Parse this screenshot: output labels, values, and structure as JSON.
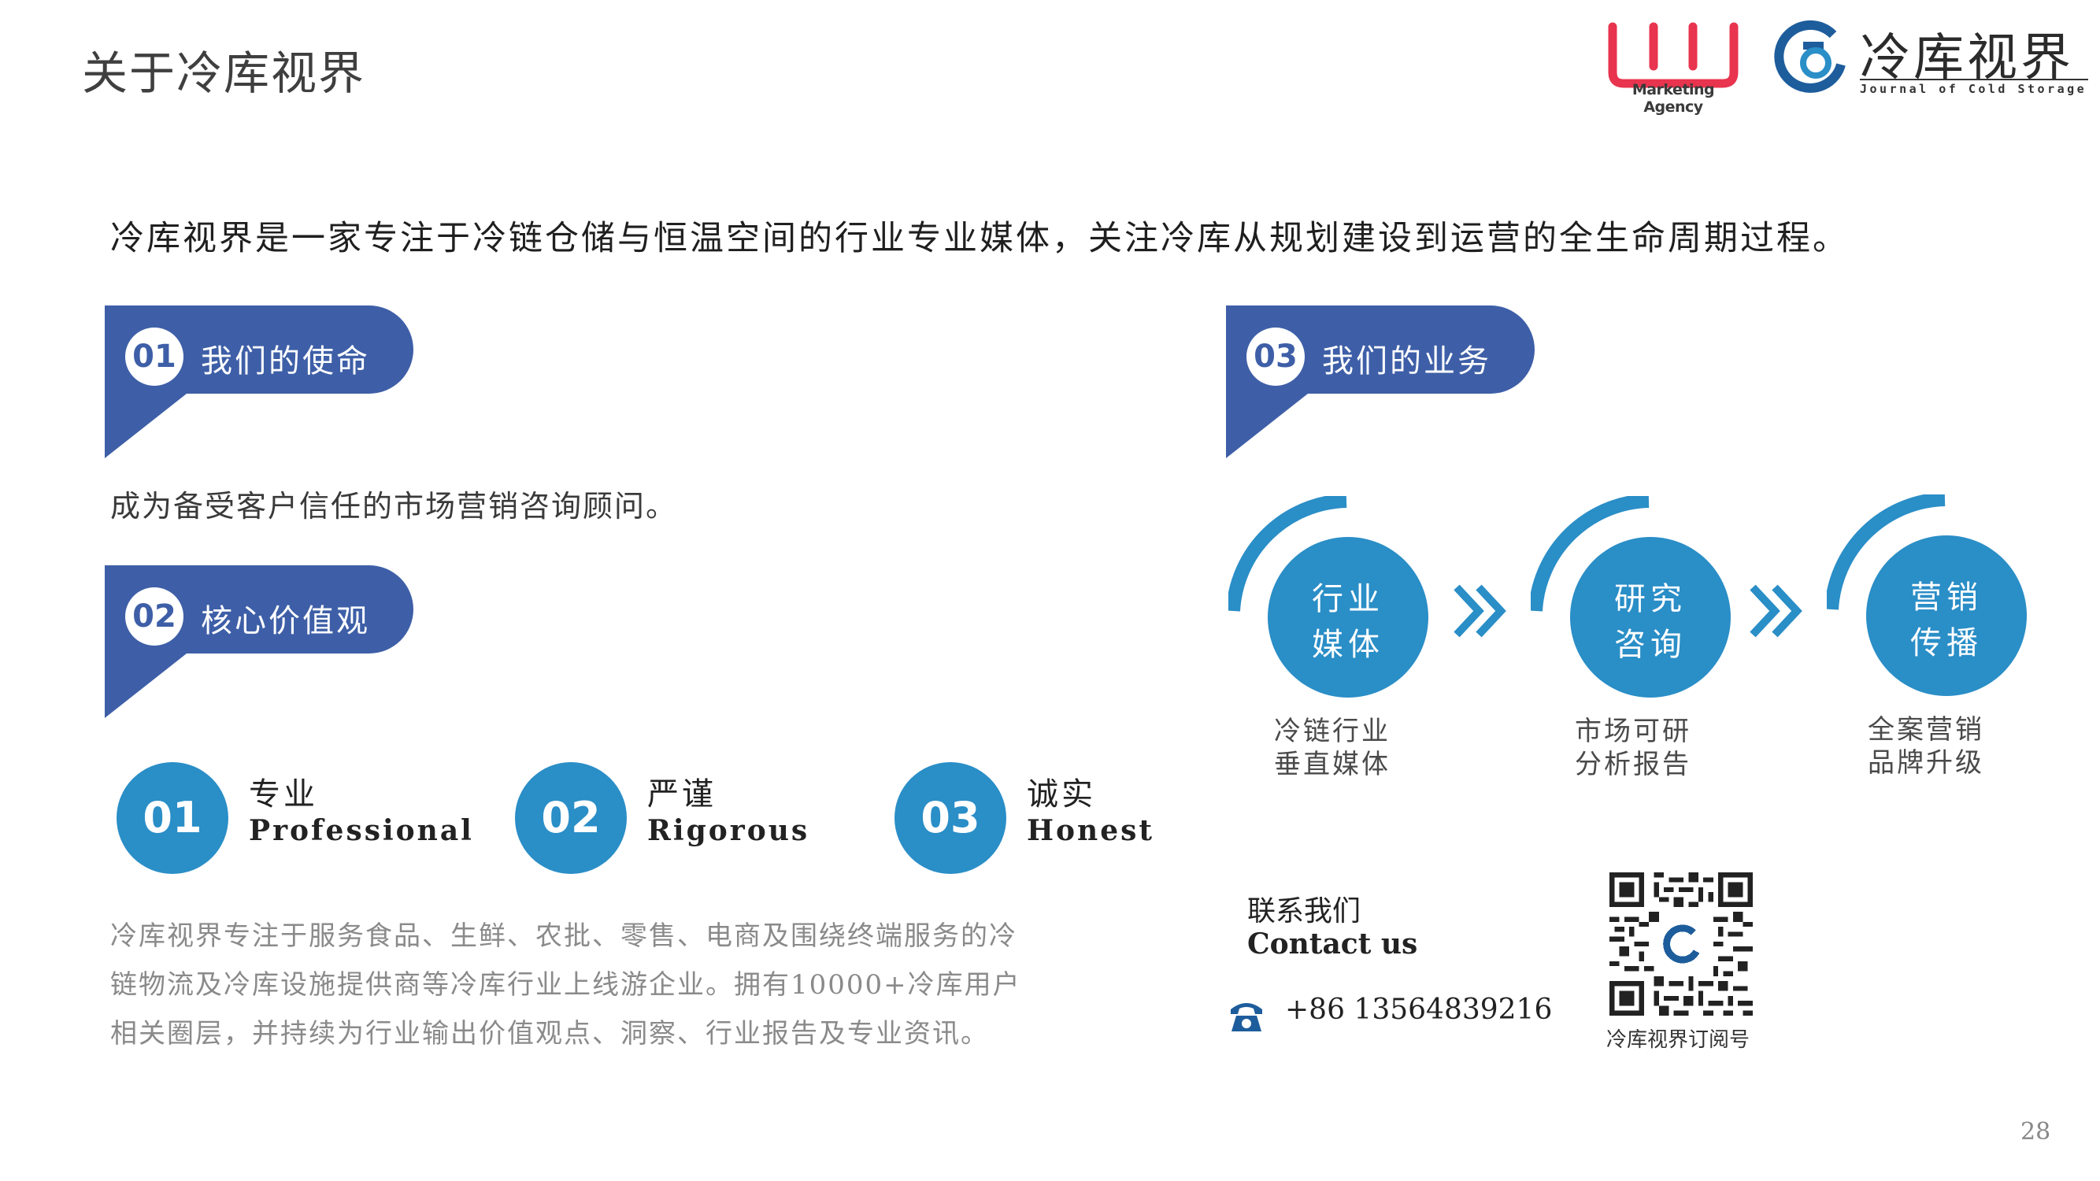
{
  "page": {
    "title": "关于冷库视界",
    "number": "28"
  },
  "logos": {
    "agency_text": "Marketing Agency",
    "journal_cn": "冷库视界",
    "journal_en": "Journal of Cold Storage"
  },
  "intro": "冷库视界是一家专注于冷链仓储与恒温空间的行业专业媒体，关注冷库从规划建设到运营的全生命周期过程。",
  "mission": {
    "num": "01",
    "label": "我们的使命",
    "text": "成为备受客户信任的市场营销咨询顾问。"
  },
  "values": {
    "num": "02",
    "label": "核心价值观",
    "items": [
      {
        "num": "01",
        "cn": "专业",
        "en": "Professional"
      },
      {
        "num": "02",
        "cn": "严谨",
        "en": "Rigorous"
      },
      {
        "num": "03",
        "cn": "诚实",
        "en": "Honest"
      }
    ],
    "description": [
      "冷库视界专注于服务食品、生鲜、农批、零售、电商及围绕终端服务的冷",
      "链物流及冷库设施提供商等冷库行业上线游企业。拥有10000+冷库用户",
      "相关圈层，并持续为行业输出价值观点、洞察、行业报告及专业资讯。"
    ]
  },
  "business": {
    "num": "03",
    "label": "我们的业务",
    "items": [
      {
        "title_l1": "行业",
        "title_l2": "媒体",
        "cap_l1": "冷链行业",
        "cap_l2": "垂直媒体"
      },
      {
        "title_l1": "研究",
        "title_l2": "咨询",
        "cap_l1": "市场可研",
        "cap_l2": "分析报告"
      },
      {
        "title_l1": "营销",
        "title_l2": "传播",
        "cap_l1": "全案营销",
        "cap_l2": "品牌升级"
      }
    ]
  },
  "contact": {
    "title_cn": "联系我们",
    "title_en": "Contact us",
    "phone": "+86 13564839216",
    "qr_caption": "冷库视界订阅号"
  },
  "colors": {
    "banner": "#3e5fa7",
    "accent": "#2a8ec7"
  }
}
